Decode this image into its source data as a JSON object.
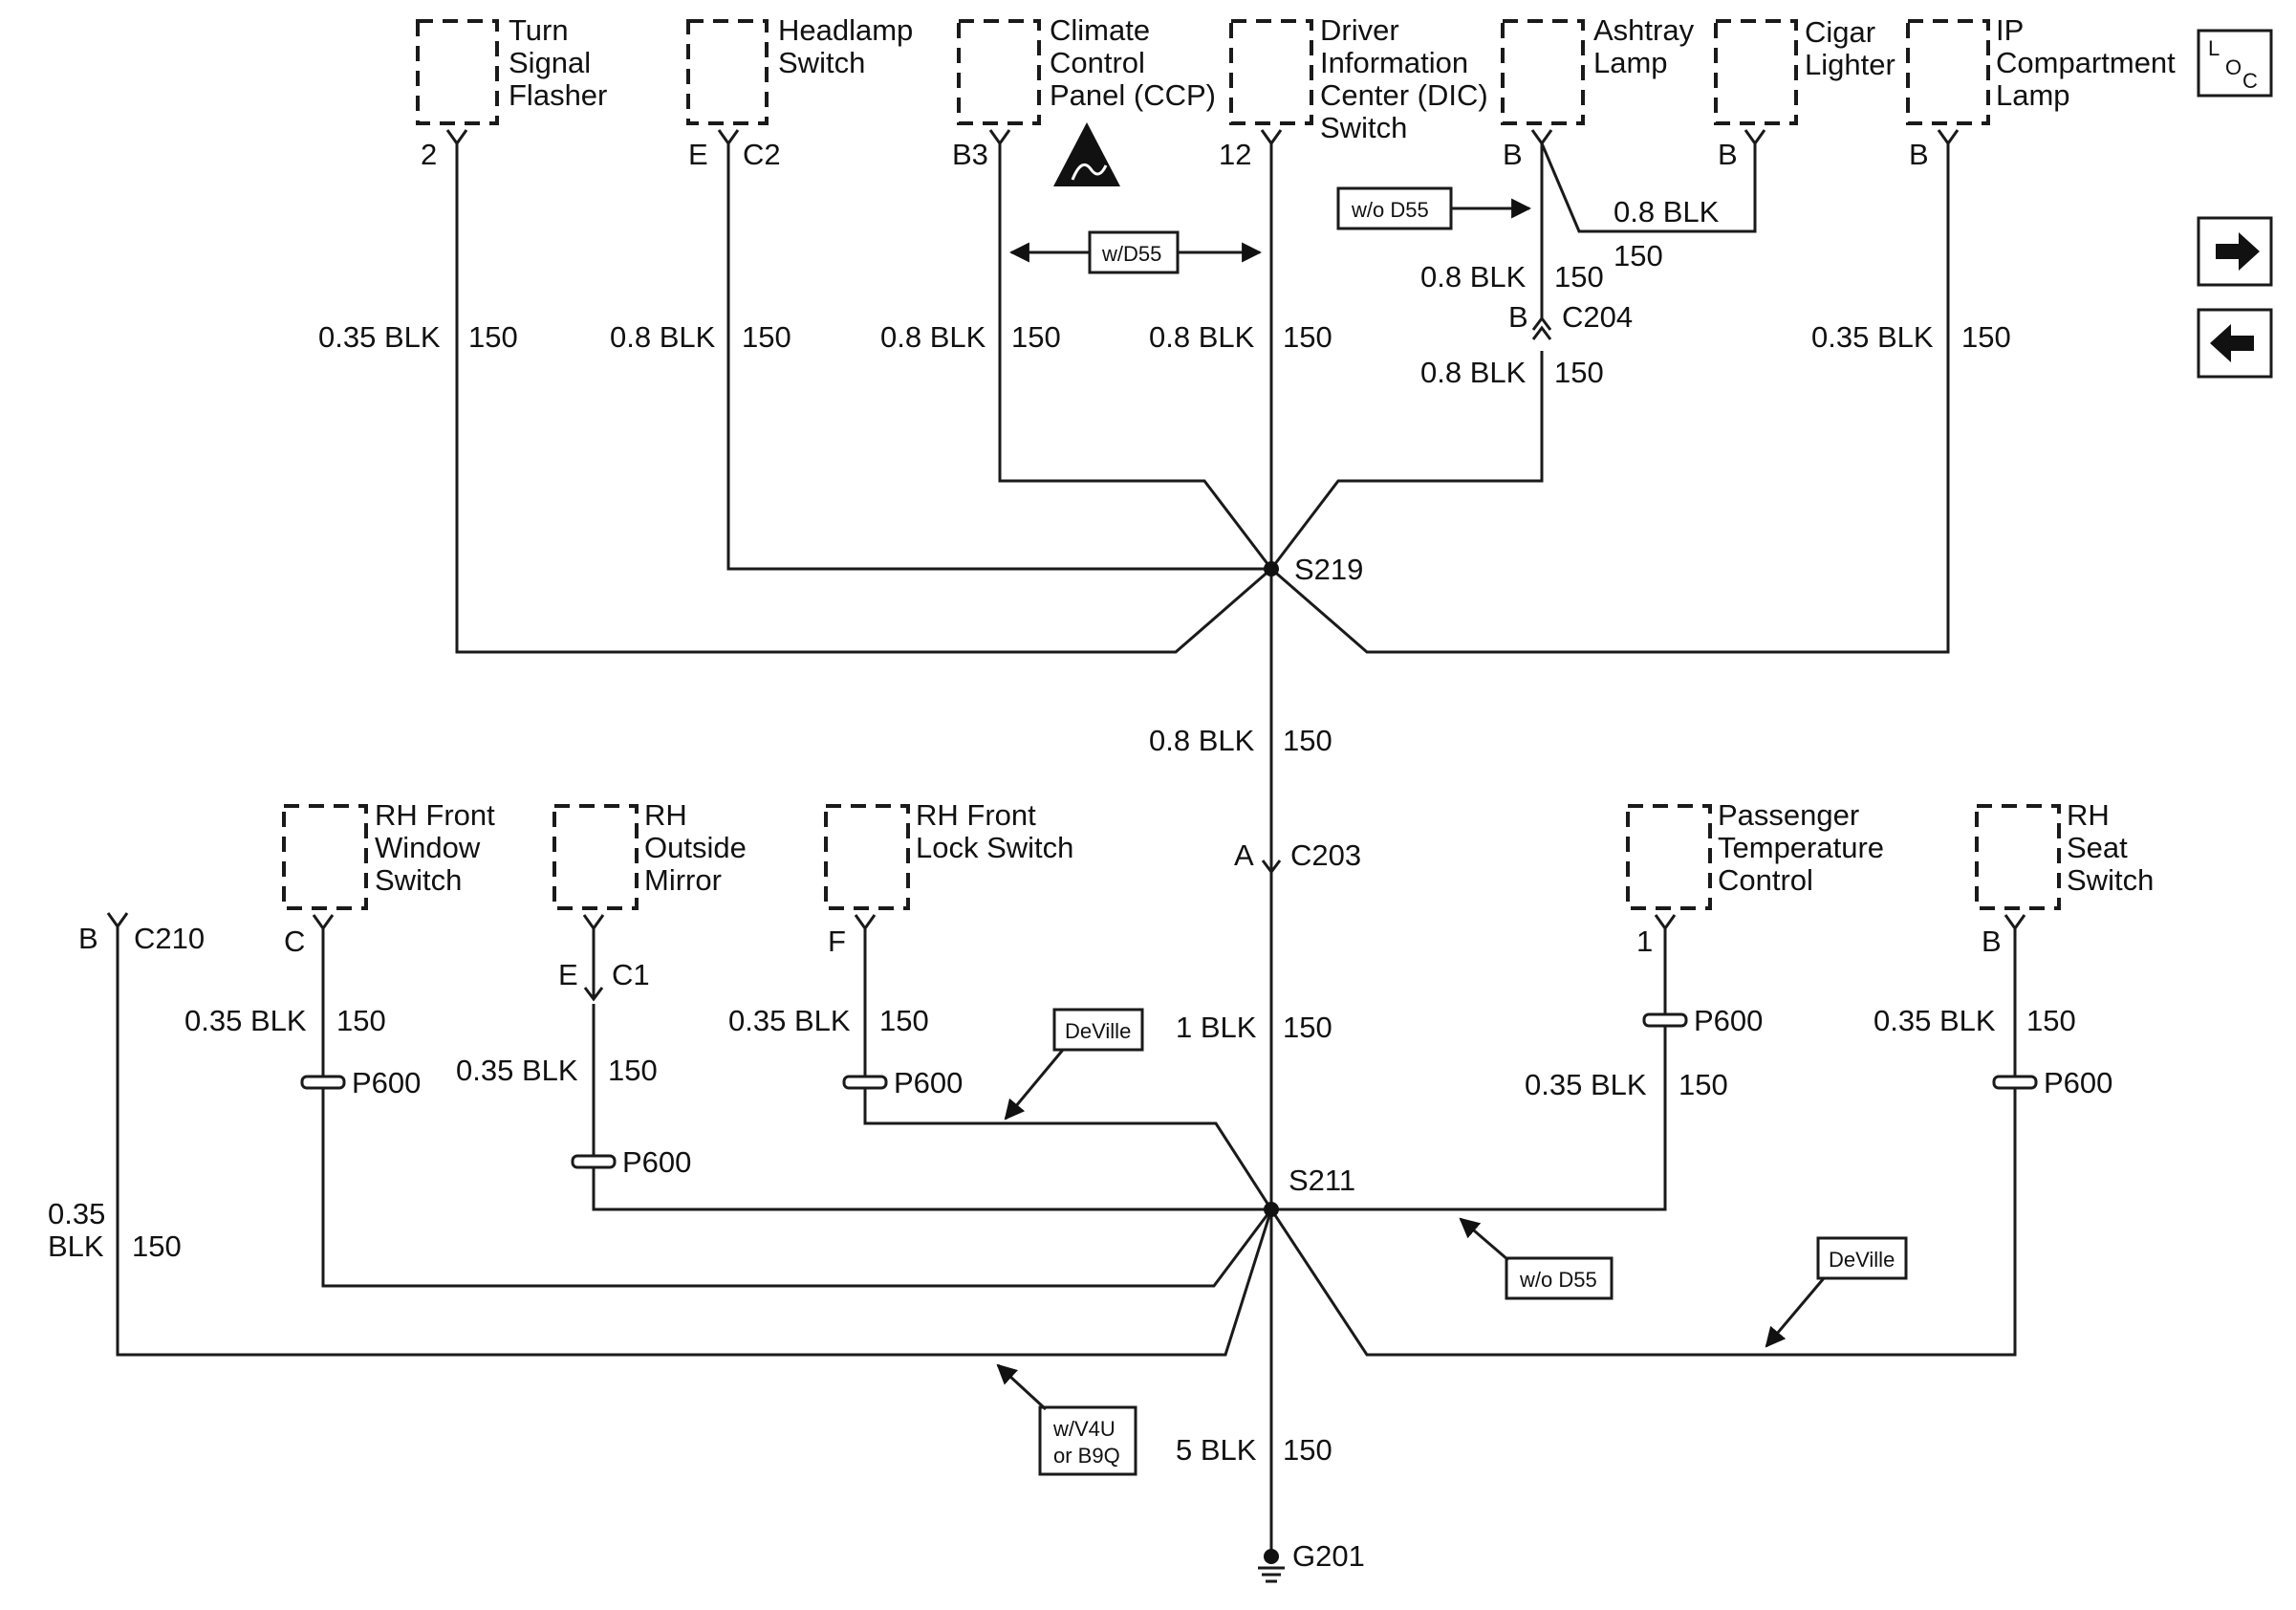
{
  "components": {
    "turn_signal": [
      "Turn",
      "Signal",
      "Flasher"
    ],
    "headlamp": [
      "Headlamp",
      "Switch"
    ],
    "ccp": [
      "Climate",
      "Control",
      "Panel (CCP)"
    ],
    "dic": [
      "Driver",
      "Information",
      "Center (DIC)",
      "Switch"
    ],
    "ashtray": [
      "Ashtray",
      "Lamp"
    ],
    "cigar": [
      "Cigar",
      "Lighter"
    ],
    "ip_lamp": [
      "IP",
      "Compartment",
      "Lamp"
    ],
    "rh_window": [
      "RH Front",
      "Window",
      "Switch"
    ],
    "rh_mirror": [
      "RH",
      "Outside",
      "Mirror"
    ],
    "rh_lock": [
      "RH Front",
      "Lock Switch"
    ],
    "pass_temp": [
      "Passenger",
      "Temperature",
      "Control"
    ],
    "rh_seat": [
      "RH",
      "Seat",
      "Switch"
    ]
  },
  "pins": {
    "turn_signal": "2",
    "headlamp_e": "E",
    "headlamp_c2": "C2",
    "ccp": "B3",
    "dic": "12",
    "ashtray": "B",
    "cigar": "B",
    "ip_lamp": "B",
    "c210_pin": "B",
    "c210": "C210",
    "rh_window": "C",
    "rh_mirror_e": "E",
    "rh_mirror_c1": "C1",
    "rh_lock": "F",
    "pass_temp": "1",
    "rh_seat": "B",
    "c204_pin": "B",
    "c204": "C204",
    "c203_pin": "A",
    "c203": "C203"
  },
  "wires": {
    "turn_signal": {
      "gauge": "0.35 BLK",
      "circuit": "150"
    },
    "headlamp": {
      "gauge": "0.8 BLK",
      "circuit": "150"
    },
    "ccp": {
      "gauge": "0.8 BLK",
      "circuit": "150"
    },
    "dic": {
      "gauge": "0.8 BLK",
      "circuit": "150"
    },
    "ashtray_cigar": {
      "gauge": "0.8 BLK",
      "circuit": "150"
    },
    "ashtray_down": {
      "gauge": "0.8 BLK",
      "circuit": "150"
    },
    "c204_down": {
      "gauge": "0.8 BLK",
      "circuit": "150"
    },
    "ip_lamp": {
      "gauge": "0.35 BLK",
      "circuit": "150"
    },
    "s219_down": {
      "gauge": "0.8 BLK",
      "circuit": "150"
    },
    "c203_down": {
      "gauge": "1 BLK",
      "circuit": "150"
    },
    "c210": {
      "gauge_1": "0.35",
      "gauge_2": "BLK",
      "circuit": "150"
    },
    "rh_window": {
      "gauge": "0.35 BLK",
      "circuit": "150"
    },
    "rh_mirror": {
      "gauge": "0.35 BLK",
      "circuit": "150"
    },
    "rh_lock": {
      "gauge": "0.35 BLK",
      "circuit": "150"
    },
    "pass_temp": {
      "gauge": "0.35 BLK",
      "circuit": "150"
    },
    "rh_seat": {
      "gauge": "0.35 BLK",
      "circuit": "150"
    },
    "ground": {
      "gauge": "5 BLK",
      "circuit": "150"
    }
  },
  "splices": {
    "s219": "S219",
    "s211": "S211"
  },
  "ground": "G201",
  "inline": "P600",
  "options": {
    "wo_d55_top": "w/o D55",
    "w_d55": "w/D55",
    "deville_1": "DeVille",
    "deville_2": "DeVille",
    "wo_d55_bottom": "w/o D55",
    "v4u_1": "w/V4U",
    "v4u_2": "or B9Q"
  },
  "nav": {
    "loc_l": "L",
    "loc_o": "O",
    "loc_c": "C"
  }
}
